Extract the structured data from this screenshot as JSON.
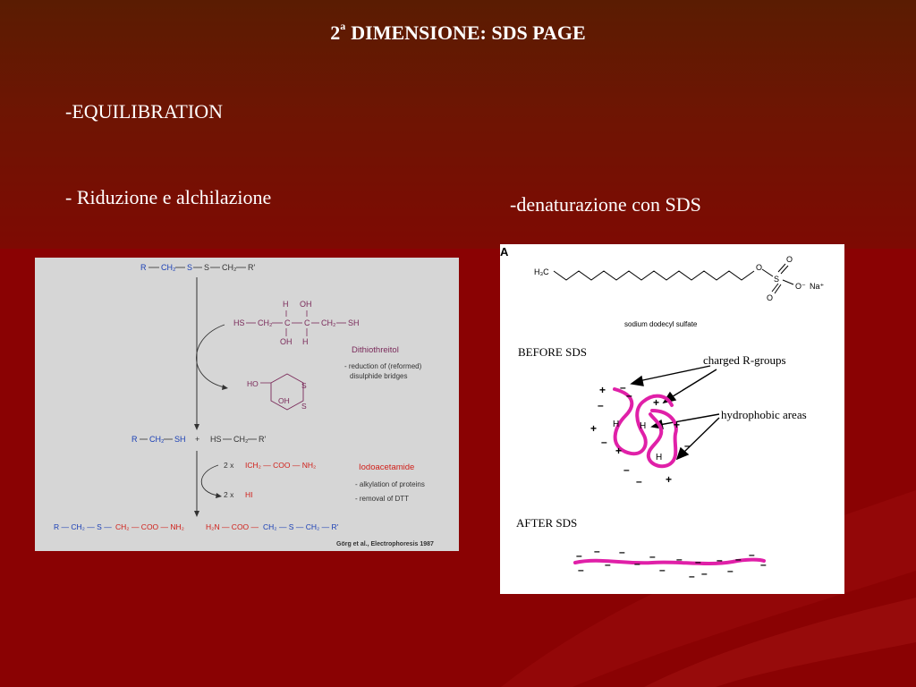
{
  "slide": {
    "title_number": "2",
    "title_super": "a",
    "title_text": "DIMENSIONE: SDS PAGE",
    "equilibration": "-EQUILIBRATION",
    "riduzione": "- Riduzione e alchilazione",
    "denaturazione": "-denaturazione con SDS"
  },
  "left_figure": {
    "row1": {
      "r": "R",
      "ch2a": "CH₂",
      "s1": "S",
      "s2": "S",
      "ch2b": "CH₂",
      "rp": "R'"
    },
    "dtt_chain": {
      "hs1": "HS",
      "ch2a": "CH₂",
      "c1": "C",
      "c2": "C",
      "ch2b": "CH₂",
      "sh": "SH",
      "h_top": "H",
      "oh_top": "OH",
      "oh_bot": "OH",
      "h_bot": "H"
    },
    "dtt_name": "Dithiothreitol",
    "dtt_note1": "- reduction of (reformed)",
    "dtt_note2": "disulphide bridges",
    "ring": {
      "ho": "HO",
      "s1": "S",
      "s2": "S",
      "oh": "OH"
    },
    "row2": {
      "r": "R",
      "ch2": "CH₂",
      "sh": "SH",
      "plus": "+",
      "hs": "HS",
      "ch2b": "CH₂",
      "rp": "R'"
    },
    "iaa_mult": "2 x",
    "iaa_formula": "ICH₂ — COO — NH₂",
    "hi_mult": "2 x",
    "hi": "HI",
    "iaa_name": "Iodoacetamide",
    "iaa_note1": "- alkylation of proteins",
    "iaa_note2": "- removal of DTT",
    "row3_blue_a": "R — CH₂ — S —",
    "row3_red_a": "CH₂ — COO — NH₂",
    "row3_red_b": "H₂N — COO —",
    "row3_blue_b": "CH₂ — S — CH₂ — R'",
    "citation": "Görg et al., Electrophoresis 1987"
  },
  "right_figure": {
    "panel_label": "A",
    "h3c": "H₃C",
    "o1": "O",
    "s": "S",
    "o2": "O",
    "o3": "O",
    "o_minus": "O⁻",
    "na": "Na⁺",
    "sds_name": "sodium dodecyl sulfate",
    "before": "BEFORE SDS",
    "charged": "charged R-groups",
    "hydrophobic": "hydrophobic areas",
    "after": "AFTER SDS",
    "h_label": "H",
    "plus": "+",
    "minus": "–"
  },
  "colors": {
    "blue": "#1a3fb5",
    "red": "#d0201a",
    "purple": "#7a2a5a",
    "magenta": "#e020a8"
  }
}
